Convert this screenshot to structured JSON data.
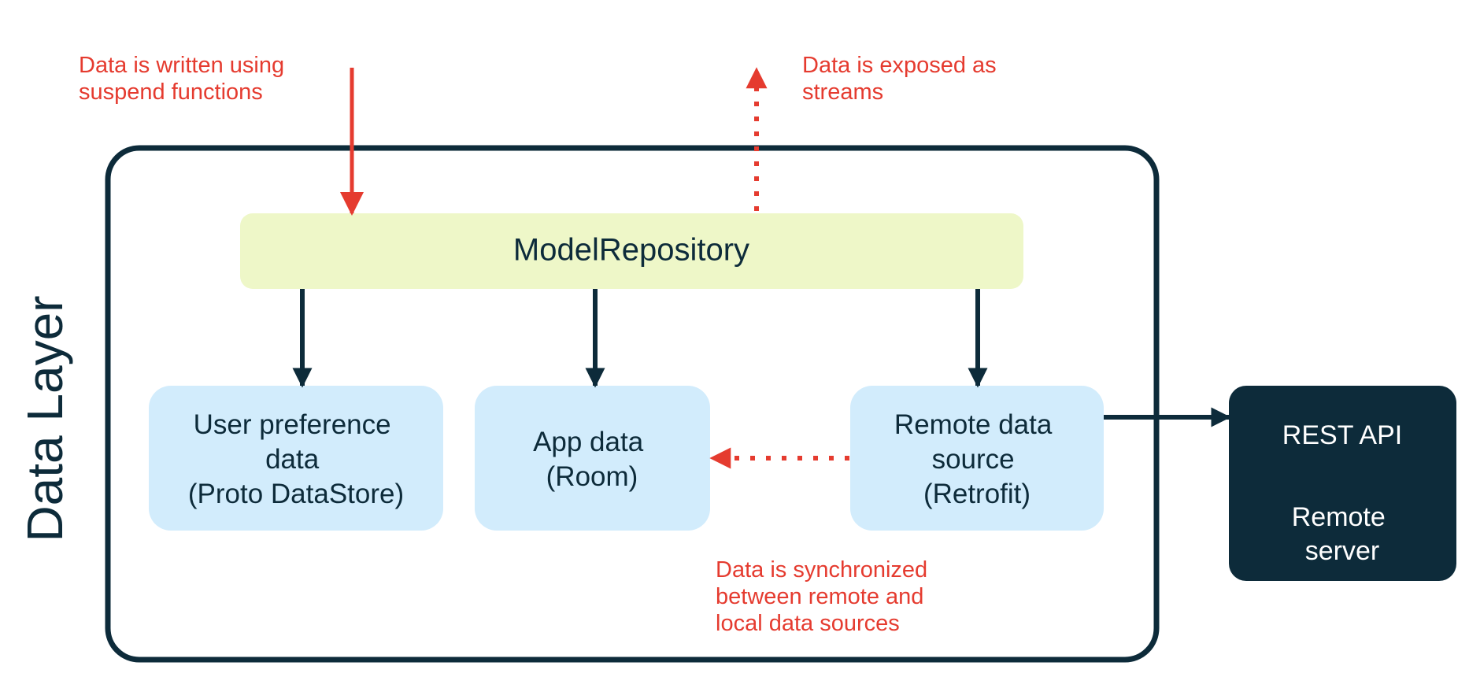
{
  "layer_label": "Data Layer",
  "repository": {
    "label": "ModelRepository"
  },
  "sources": {
    "user_prefs": {
      "lines": [
        "User preference",
        "data",
        "(Proto DataStore)"
      ]
    },
    "app_data": {
      "lines": [
        "App data",
        "(Room)"
      ]
    },
    "remote": {
      "lines": [
        "Remote data",
        "source",
        "(Retrofit)"
      ]
    }
  },
  "server": {
    "api_label": "REST API",
    "server_lines": [
      "Remote",
      "server"
    ]
  },
  "annotations": {
    "write": {
      "lines": [
        "Data is written using",
        "suspend functions"
      ]
    },
    "expose": {
      "lines": [
        "Data is exposed as",
        "streams"
      ]
    },
    "sync": {
      "lines": [
        "Data is synchronized",
        "between remote and",
        "local data sources"
      ]
    }
  },
  "colors": {
    "outline": "#0d2b3a",
    "repository_fill": "#eef7c8",
    "source_fill": "#d2ecfc",
    "server_fill": "#0d2b3a",
    "accent_red": "#e53b2f"
  }
}
